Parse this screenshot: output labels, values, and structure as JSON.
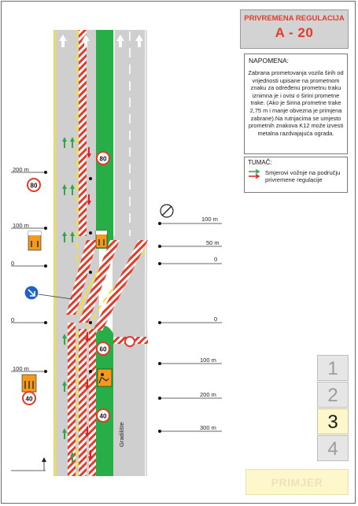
{
  "title": {
    "line1": "PRIVREMENA REGULACIJA",
    "code": "A - 20"
  },
  "note": {
    "heading": "NAPOMENA:",
    "body": "Zabrana prometovanja vozila širih od vrijednosti upisane na prometnom znaku za određenu prometnu traku iznimna je i ovisi o širini prometne trake. (Ako je širina prometne trake 2,75 m i manje obvezna je primjena zabrane).Na rutnjacima se umjesto prometnih znakova K12 može izvesti metalna razdvajajuća ograda."
  },
  "legend": {
    "heading": "TUMAČ:",
    "text": "Smjerovi vožnje na području privremene regulacije"
  },
  "right_distances": [
    "100 m",
    "50 m",
    "0",
    "0",
    "100 m",
    "200 m",
    "300 m"
  ],
  "left_distances": [
    "200 m",
    "100 m",
    "0",
    "0",
    "100 m"
  ],
  "speed_signs": [
    "80",
    "60",
    "40"
  ],
  "site_label": "Gradilište",
  "pages": [
    "1",
    "2",
    "3",
    "4"
  ],
  "active_page": "3",
  "example_label": "PRIMJER",
  "colors": {
    "road": "#cfcfcf",
    "median": "#27ae47",
    "accent_red": "#e53a2a",
    "lane_yellow": "#f5e22a",
    "arrow_green": "#2fa64a",
    "arrow_red": "#d8261c"
  },
  "icons": [
    "no-overtaking-end-sign-icon",
    "keep-right-sign-icon",
    "roadworks-sign-icon",
    "lane-layout-sign-icon",
    "arrow-up-icon"
  ]
}
